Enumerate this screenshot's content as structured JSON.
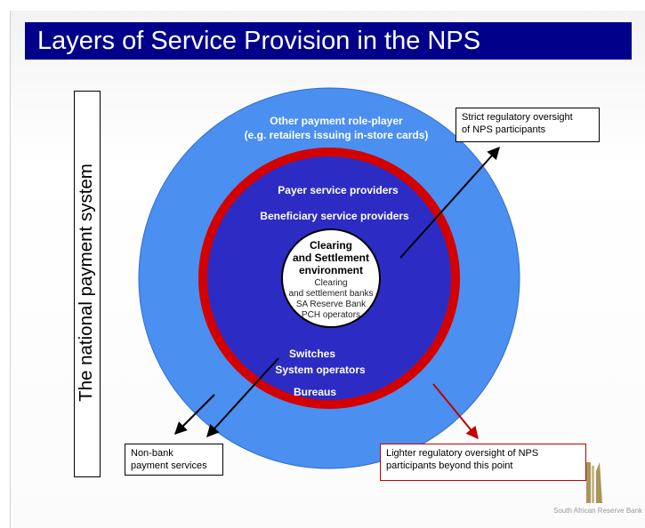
{
  "title": "Layers of Service Provision in the NPS",
  "side_label": "The national payment system",
  "outer_layer": {
    "line1": "Other payment role-player",
    "line2": "(e.g. retailers issuing in-store cards)"
  },
  "middle_layer": {
    "payer": "Payer service providers",
    "beneficiary": "Beneficiary service providers",
    "switches": "Switches",
    "system_operators": "System operators",
    "bureaus": "Bureaus"
  },
  "core": {
    "title_line1": "Clearing",
    "title_line2": "and Settlement",
    "title_line3": "environment",
    "item1": "Clearing",
    "item2": "and settlement banks",
    "item3": "SA Reserve Bank",
    "item4": "PCH operators"
  },
  "callouts": {
    "strict_line1": "Strict regulatory oversight",
    "strict_line2": "of NPS participants",
    "nonbank_line1": "Non-bank",
    "nonbank_line2": "payment services",
    "lighter_line1": "Lighter regulatory oversight of NPS",
    "lighter_line2": "participants beyond this point"
  },
  "logo_text": "South African Reserve Bank",
  "colors": {
    "title_bar": "#00008b",
    "outer_circle": "#4b8ff0",
    "red_ring": "#d40000",
    "inner_circle": "#2c2cc4",
    "core": "#ffffff",
    "lighter_border": "#c00000"
  }
}
